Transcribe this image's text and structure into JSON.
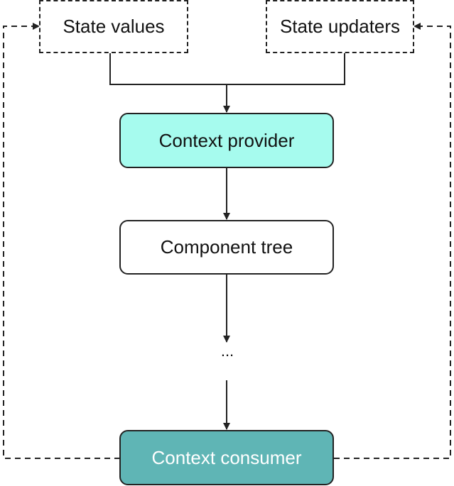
{
  "nodes": {
    "state_values": "State values",
    "state_updaters": "State updaters",
    "context_provider": "Context provider",
    "component_tree": "Component tree",
    "ellipsis": "...",
    "context_consumer": "Context consumer"
  },
  "colors": {
    "provider_fill": "#a6fbee",
    "consumer_fill": "#5fb5b5",
    "consumer_text": "#ffffff",
    "line": "#222222"
  }
}
